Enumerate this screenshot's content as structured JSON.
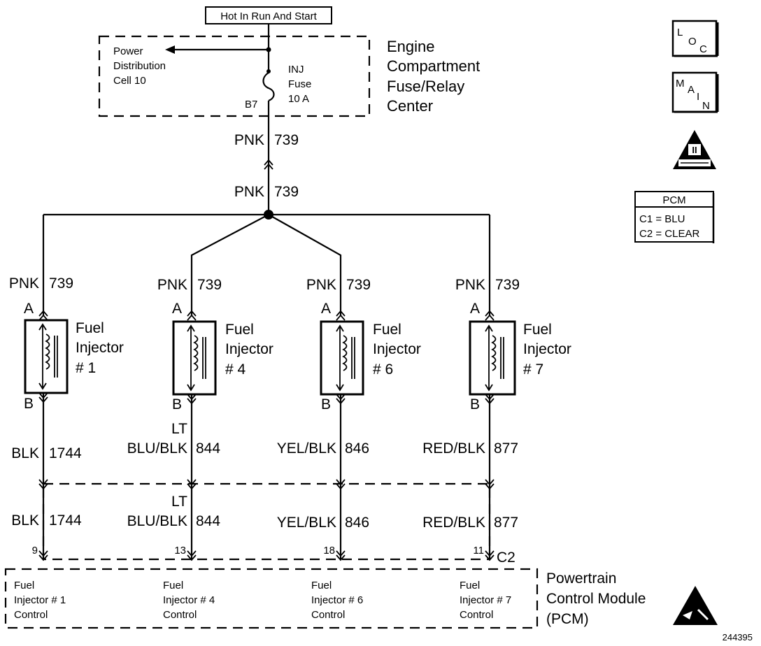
{
  "header": {
    "power_label": "Hot In Run And Start"
  },
  "fuse_center": {
    "title_lines": [
      "Engine",
      "Compartment",
      "Fuse/Relay",
      "Center"
    ],
    "power_dist_lines": [
      "Power",
      "Distribution",
      "Cell 10"
    ],
    "fuse_lines": [
      "INJ",
      "Fuse",
      "10 A"
    ],
    "terminal": "B7"
  },
  "feed_wire": {
    "color": "PNK",
    "circuit": "739"
  },
  "pin_a": "A",
  "pin_b": "B",
  "injectors": [
    {
      "name_lines": [
        "Fuel",
        "Injector",
        "# 1"
      ],
      "supply_color": "PNK",
      "supply_circuit": "739",
      "ctrl_color": "BLK",
      "ctrl_color_prefix": "",
      "ctrl_circuit": "1744",
      "pcm_pin": "9",
      "pcm_label_lines": [
        "Fuel",
        "Injector # 1",
        "Control"
      ]
    },
    {
      "name_lines": [
        "Fuel",
        "Injector",
        "# 4"
      ],
      "supply_color": "PNK",
      "supply_circuit": "739",
      "ctrl_color": "BLU/BLK",
      "ctrl_color_prefix": "LT",
      "ctrl_circuit": "844",
      "pcm_pin": "13",
      "pcm_label_lines": [
        "Fuel",
        "Injector # 4",
        "Control"
      ]
    },
    {
      "name_lines": [
        "Fuel",
        "Injector",
        "# 6"
      ],
      "supply_color": "PNK",
      "supply_circuit": "739",
      "ctrl_color": "YEL/BLK",
      "ctrl_color_prefix": "",
      "ctrl_circuit": "846",
      "pcm_pin": "18",
      "pcm_label_lines": [
        "Fuel",
        "Injector # 6",
        "Control"
      ]
    },
    {
      "name_lines": [
        "Fuel",
        "Injector",
        "# 7"
      ],
      "supply_color": "PNK",
      "supply_circuit": "739",
      "ctrl_color": "RED/BLK",
      "ctrl_color_prefix": "",
      "ctrl_circuit": "877",
      "pcm_pin": "11",
      "pcm_label_lines": [
        "Fuel",
        "Injector # 7",
        "Control"
      ]
    }
  ],
  "pcm": {
    "title_lines": [
      "Powertrain",
      "Control Module",
      "(PCM)"
    ],
    "connector": "C2"
  },
  "legend": {
    "loc": {
      "l": "L",
      "o": "O",
      "c": "C"
    },
    "main": {
      "m": "M",
      "a": "A",
      "i": "I",
      "n": "N"
    },
    "pcm_table": {
      "header": "PCM",
      "rows": [
        "C1 = BLU",
        "C2 = CLEAR"
      ]
    },
    "triangle_icon": "obd-ii-triangle-icon",
    "esd_icon": "esd-warning-icon"
  },
  "figure_number": "244395"
}
